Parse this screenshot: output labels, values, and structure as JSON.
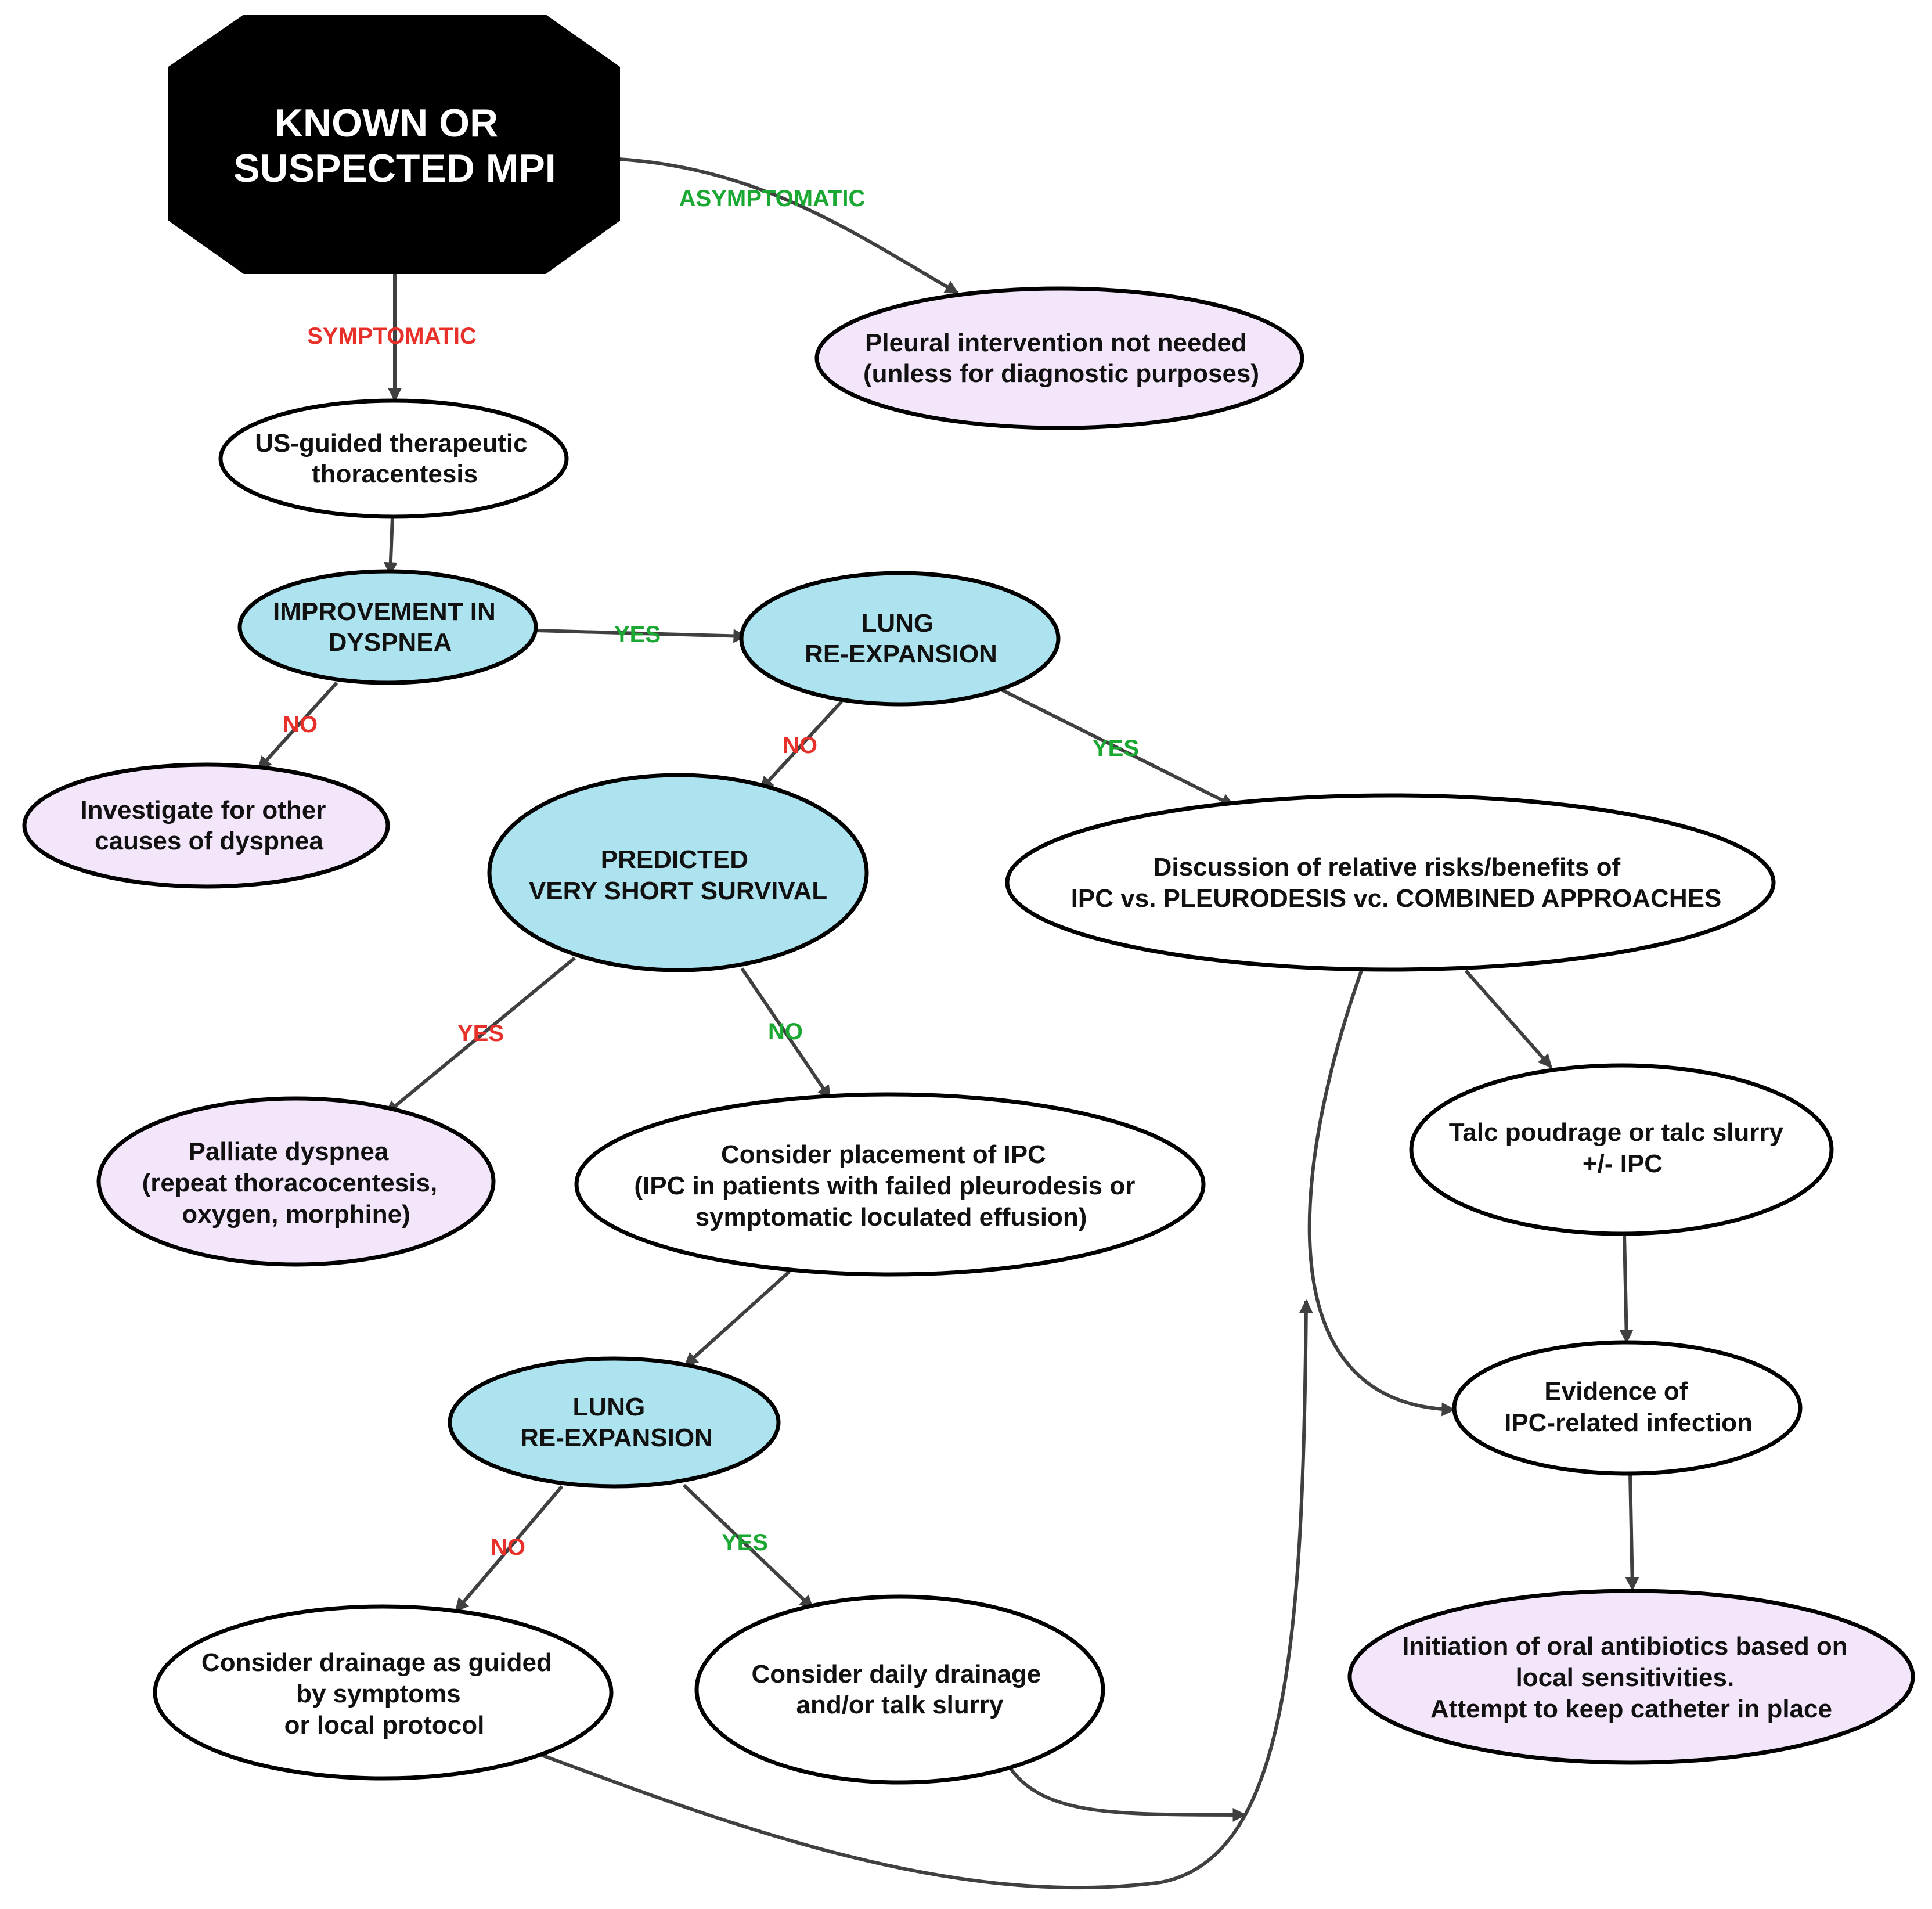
{
  "colors": {
    "start": "#000000",
    "decision": "#ace3ef",
    "outcome": "#f3e6fb",
    "action": "#ffffff",
    "yes_green": "#1aa832",
    "no_red": "#e8302a",
    "edge": "#404040"
  },
  "nodes": {
    "start": {
      "lines": [
        "KNOWN OR",
        "SUSPECTED MPI"
      ]
    },
    "no_intervention": {
      "lines": [
        "Pleural intervention not needed",
        "(unless for diagnostic purposes)"
      ]
    },
    "thoracentesis": {
      "lines": [
        "US-guided therapeutic",
        "thoracentesis"
      ]
    },
    "improvement": {
      "lines": [
        "IMPROVEMENT IN",
        "DYSPNEA"
      ]
    },
    "lung_reexp_1": {
      "lines": [
        "LUNG",
        "RE-EXPANSION"
      ]
    },
    "investigate": {
      "lines": [
        "Investigate for other",
        "causes of dyspnea"
      ]
    },
    "predicted_survival": {
      "lines": [
        "PREDICTED",
        "VERY SHORT SURVIVAL"
      ]
    },
    "discussion": {
      "lines": [
        "Discussion of relative risks/benefits of",
        "IPC vs. PLEURODESIS vc. COMBINED APPROACHES"
      ]
    },
    "palliate": {
      "lines": [
        "Palliate dyspnea",
        "(repeat thoracocentesis,",
        "oxygen, morphine)"
      ]
    },
    "consider_ipc": {
      "lines": [
        "Consider placement of IPC",
        "(IPC in patients with failed pleurodesis or",
        "symptomatic loculated effusion)"
      ]
    },
    "talc": {
      "lines": [
        "Talc poudrage or talc slurry",
        "+/- IPC"
      ]
    },
    "infection": {
      "lines": [
        "Evidence of",
        "IPC-related infection"
      ]
    },
    "lung_reexp_2": {
      "lines": [
        "LUNG",
        "RE-EXPANSION"
      ]
    },
    "drain_symptoms": {
      "lines": [
        "Consider drainage as guided",
        "by symptoms",
        "or local protocol"
      ]
    },
    "daily_drainage": {
      "lines": [
        "Consider daily drainage",
        "and/or talk slurry"
      ]
    },
    "antibiotics": {
      "lines": [
        "Initiation of oral antibiotics based on",
        "local sensitivities.",
        "Attempt to keep catheter in place"
      ]
    }
  },
  "edge_labels": {
    "asymptomatic": "ASYMPTOMATIC",
    "symptomatic": "SYMPTOMATIC",
    "improvement_yes": "YES",
    "improvement_no": "NO",
    "reexp1_no": "NO",
    "reexp1_yes": "YES",
    "survival_yes": "YES",
    "survival_no": "NO",
    "reexp2_no": "NO",
    "reexp2_yes": "YES"
  }
}
